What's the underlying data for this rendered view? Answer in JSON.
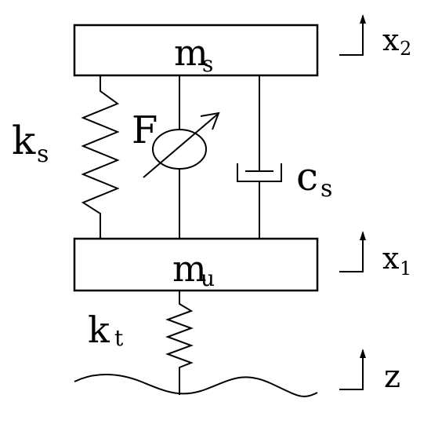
{
  "masses": {
    "sprung": {
      "base": "m",
      "sub": "s"
    },
    "unsprung": {
      "base": "m",
      "sub": "u"
    }
  },
  "components": {
    "suspension_spring": {
      "base": "k",
      "sub": "s"
    },
    "actuator_force": {
      "label": "F"
    },
    "damper": {
      "base": "c",
      "sub": "s"
    },
    "tire_spring": {
      "base": "k",
      "sub": "t"
    }
  },
  "displacements": {
    "sprung": {
      "base": "x",
      "sub": "2"
    },
    "unsprung": {
      "base": "x",
      "sub": "1"
    },
    "road": {
      "base": "z",
      "sub": ""
    }
  },
  "colors": {
    "stroke": "#000000",
    "background": "#ffffff"
  }
}
